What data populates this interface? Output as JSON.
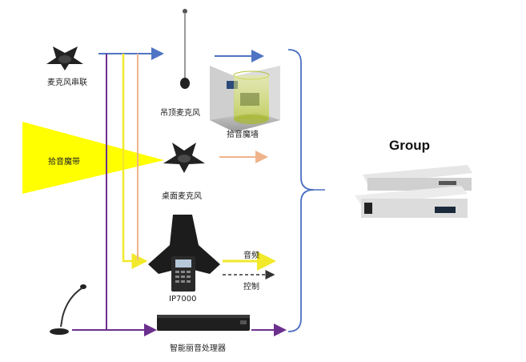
{
  "labels": {
    "mic_cascade": "麦克风串联",
    "ceiling_mic": "吊顶麦克风",
    "mic_wall": "拾音魔墙",
    "mic_band": "拾音魔带",
    "desktop_mic": "桌面麦克风",
    "ip7000": "IP7000",
    "processor": "智能丽音处理器",
    "group": "Group"
  },
  "legend": {
    "audio": "音频",
    "control": "控制"
  },
  "colors": {
    "audio_line": "#f2e92a",
    "control_line": "#333333",
    "blue_line": "#4f74c4",
    "purple_line": "#6b2f8e",
    "salmon_line": "#f0b48c",
    "band": "#ffff00",
    "bracket": "#4a6fc1"
  }
}
